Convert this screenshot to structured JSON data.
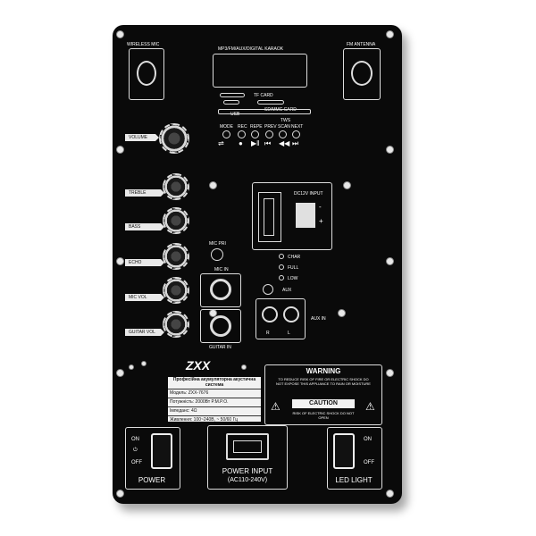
{
  "inputs": {
    "wireless_mic": "WIRELESS MIC",
    "fm_antenna": "FM ANTENNA",
    "player_title": "MP3/FM/AUX/DIGITAL KARAOK",
    "tf_card": "TF CARD",
    "sd_card": "SD/MMC CARD",
    "usb": "USB",
    "tws": "TWS",
    "mic_pri": "MIC PRI",
    "mic_in": "MIC IN",
    "guitar_in": "GUITAR IN",
    "aux": "AUX",
    "aux_in": "AUX IN",
    "aux_r": "R",
    "aux_l": "L",
    "dc_input": "DC12V INPUT",
    "dc_minus": "-",
    "dc_plus": "+"
  },
  "player_buttons": {
    "labels": [
      "MODE",
      "REC",
      "REPE",
      "PREV",
      "SCAN",
      "NEXT"
    ]
  },
  "knobs": {
    "volume": "VOLUME",
    "treble": "TREBLE",
    "bass": "BASS",
    "echo": "ECHO",
    "mic_vol": "MIC VOL",
    "guitar_vol": "GUITAR VOL"
  },
  "status": {
    "char": "CHAR",
    "full": "FULL",
    "low": "LOW"
  },
  "brand": {
    "logo": "ZXX"
  },
  "spec_table": {
    "title": "Професійна акумуляторна акустична система",
    "model": "Модель: ZXX-7676",
    "power": "Потужність: 2000Вт P.M.P.O.",
    "impedance": "Імпеданс: 4Ω",
    "supply": "Живлення: 100~240В, ~ 50/60 Гц"
  },
  "warning": {
    "title": "WARNING",
    "text": "TO REDUCE RISK OF FIRE OR ELECTRIC SHOCK DO NOT EXPOSE THIS APPLIANCE TO RAIN OR MOISTURE",
    "caution_title": "CAUTION",
    "caution_text": "RISK OF ELECTRIC SHOCK DO NOT OPEN"
  },
  "switches": {
    "power_on": "ON",
    "power_off": "OFF",
    "power_label": "POWER",
    "power_input_label": "POWER INPUT",
    "power_input_sub": "(AC110-240V)",
    "led_on": "ON",
    "led_off": "OFF",
    "led_label": "LED LIGHT"
  }
}
